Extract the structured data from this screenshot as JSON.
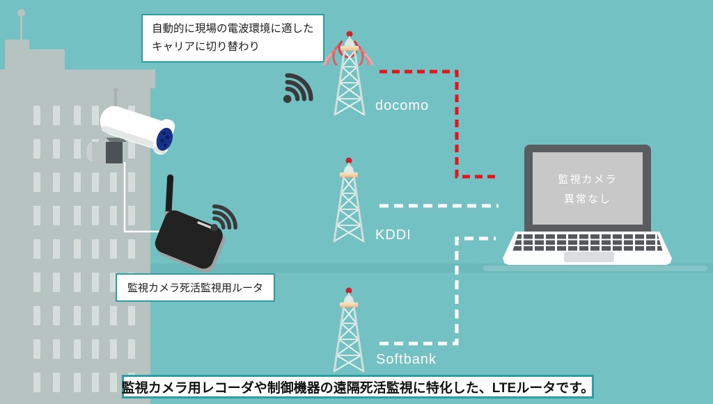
{
  "callout_top": {
    "line1": "自動的に現場の電波環境に適した",
    "line2": "キャリアに切り替わり"
  },
  "router_callout": {
    "text": "監視カメラ死活監視用ルータ"
  },
  "carriers": [
    {
      "name": "docomo",
      "active_link": true,
      "line_color": "#e3161d"
    },
    {
      "name": "KDDI",
      "active_link": false,
      "line_color": "#ffffff"
    },
    {
      "name": "Softbank",
      "active_link": false,
      "line_color": "#ffffff"
    }
  ],
  "laptop": {
    "screen_line1": "監視カメラ",
    "screen_line2": "異常なし"
  },
  "banner": {
    "text": "監視カメラ用レコーダや制御機器の遠隔死活監視に特化した、LTEルータです。"
  },
  "colors": {
    "background": "#73c1c3",
    "accent_teal": "#2b9da3",
    "alert_red": "#e3161d",
    "building_gray": "#b7c3c1",
    "wifi_dark": "#3a3a3a",
    "tower_platform": "#f3d2a7",
    "camera_lens_blue": "#16328a"
  }
}
